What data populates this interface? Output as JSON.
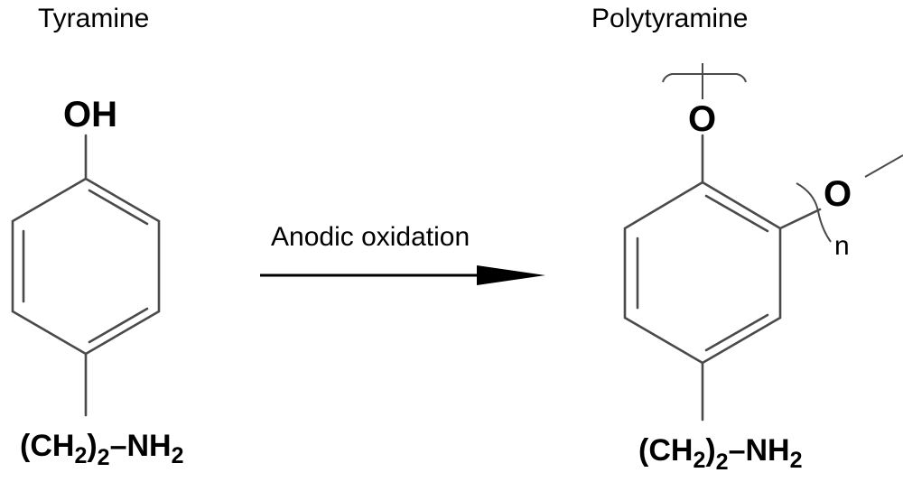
{
  "reactant": {
    "name": "Tyramine",
    "hydroxyl": "OH",
    "substituent": {
      "open": "(CH",
      "sub2a": "2",
      "close": ")",
      "sub2b": "2",
      "dash": "–NH",
      "sub2c": "2"
    }
  },
  "reaction": {
    "label": "Anodic oxidation"
  },
  "product": {
    "name": "Polytyramine",
    "oxygen_top": "O",
    "oxygen_side": "O",
    "repeat_index": "n",
    "substituent": {
      "open": "(CH",
      "sub2a": "2",
      "close": ")",
      "sub2b": "2",
      "dash": "–NH",
      "sub2c": "2"
    }
  },
  "colors": {
    "bond": "#4a4a4a",
    "text": "#000000",
    "background": "#ffffff"
  }
}
